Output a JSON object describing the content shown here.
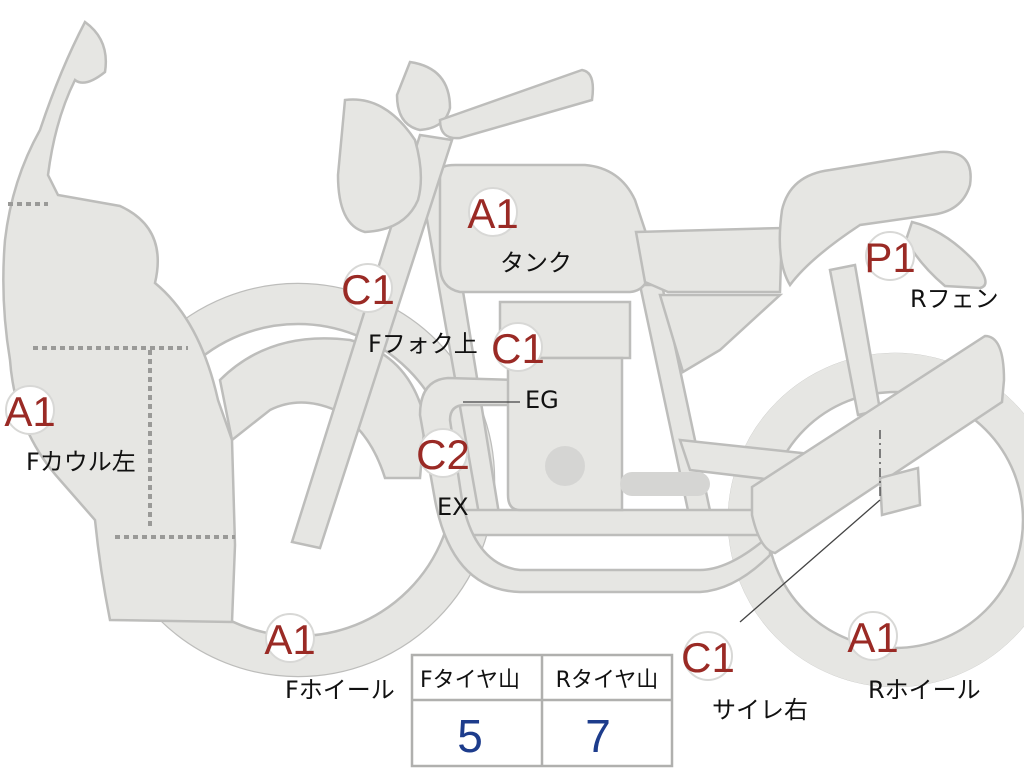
{
  "markers": [
    {
      "id": "f-cowl-left",
      "code": "A1",
      "label": "Fカウル左"
    },
    {
      "id": "tank",
      "code": "A1",
      "label": "タンク"
    },
    {
      "id": "f-fork-upper",
      "code": "C1",
      "label": "Fフォク上"
    },
    {
      "id": "engine",
      "code": "C1",
      "label": "EG"
    },
    {
      "id": "exhaust",
      "code": "C2",
      "label": "EX"
    },
    {
      "id": "r-fender",
      "code": "P1",
      "label": "Rフェン"
    },
    {
      "id": "f-wheel",
      "code": "A1",
      "label": "Fホイール"
    },
    {
      "id": "silencer-right",
      "code": "C1",
      "label": "サイレ右"
    },
    {
      "id": "r-wheel",
      "code": "A1",
      "label": "Rホイール"
    }
  ],
  "tire_table": {
    "front_header": "Fタイヤ山",
    "rear_header": "Rタイヤ山",
    "front_value": "5",
    "rear_value": "7"
  },
  "colors": {
    "part_fill": "#e6e6e3",
    "part_stroke": "#bdbdbb",
    "code_text": "#9a2a25",
    "table_value": "#1d3c8c"
  }
}
